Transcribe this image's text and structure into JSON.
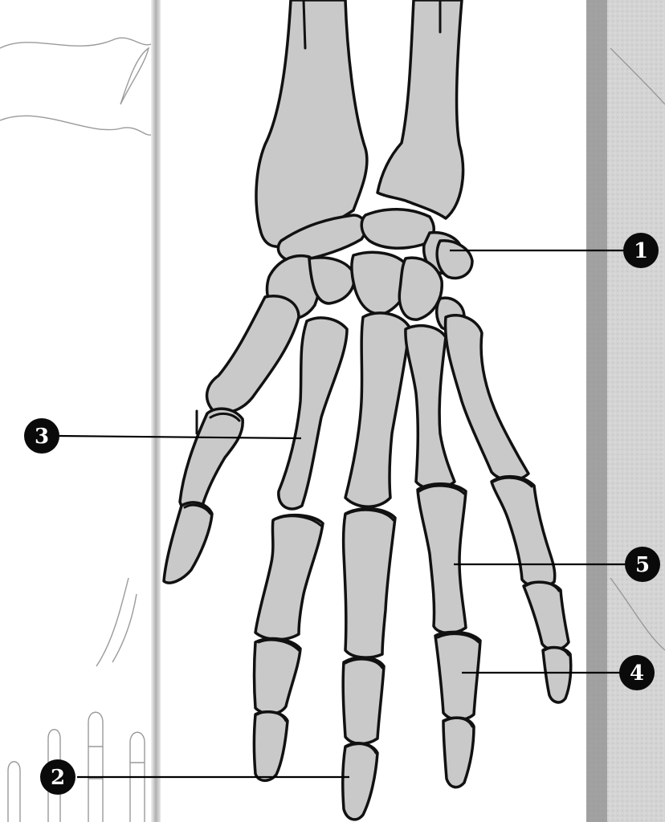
{
  "markers": [
    {
      "label": "1"
    },
    {
      "label": "2"
    },
    {
      "label": "3"
    },
    {
      "label": "4"
    },
    {
      "label": "5"
    }
  ],
  "colors": {
    "bone_fill": "#c9c9c9",
    "outline": "#111111",
    "background_panel": "#d8d8d8",
    "marker": "#0a0a0a"
  }
}
